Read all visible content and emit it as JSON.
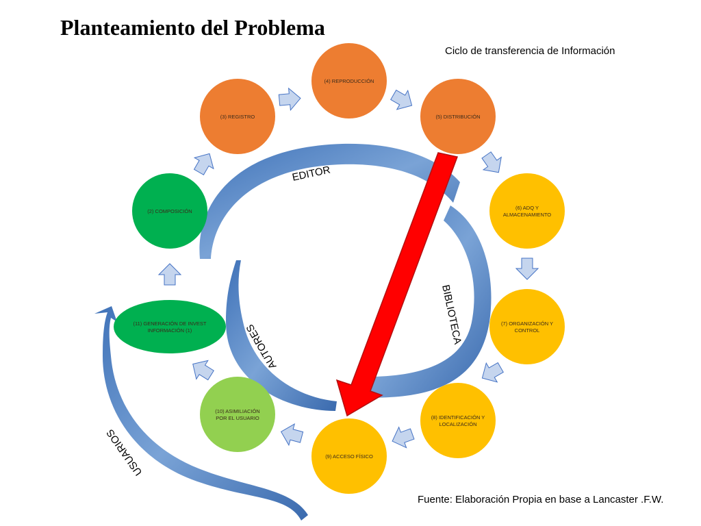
{
  "title": "Planteamiento del Problema",
  "subtitle": "Ciclo de transferencia de Información",
  "source": "Fuente: Elaboración Propia en base a Lancaster .F.W.",
  "nodes": [
    {
      "label": "(4) REPRODUCCIÓN"
    },
    {
      "label": "(3) REGISTRO"
    },
    {
      "label": "(5) DISTRIBUCIÓN"
    },
    {
      "label": "(2) COMPOSICIÓN"
    },
    {
      "label_line1": "(6) ADQ Y",
      "label_line2": "ALMACENAMIENTO"
    },
    {
      "label_line1": "(11) GENERACIÓN DE INVEST",
      "label_line2": "INFORMACIÓN (1)"
    },
    {
      "label_line1": "(7) ORGANIZACIÓN Y",
      "label_line2": "CONTROL"
    },
    {
      "label_line1": "(10) ASIMILIACIÓN",
      "label_line2": "POR EL USUARIO"
    },
    {
      "label_line1": "(8) IDENTIFICACIÓN Y",
      "label_line2": "LOCALIZACIÓN"
    },
    {
      "label": "(9) ACCESO FÍSICO"
    }
  ],
  "bands": {
    "editor": "EDITOR",
    "biblioteca": "BIBLIOTECA",
    "autores": "AUTORES",
    "usuarios": "USUARIOS"
  },
  "colors": {
    "orange": "#ED7D31",
    "yellow": "#FFC000",
    "dark_green": "#00B050",
    "light_green": "#92D050",
    "arrow_fill": "#C5D5EE",
    "arrow_stroke": "#4472C4",
    "band_blue": "#4F81BD",
    "red_arrow": "#FF0000"
  }
}
